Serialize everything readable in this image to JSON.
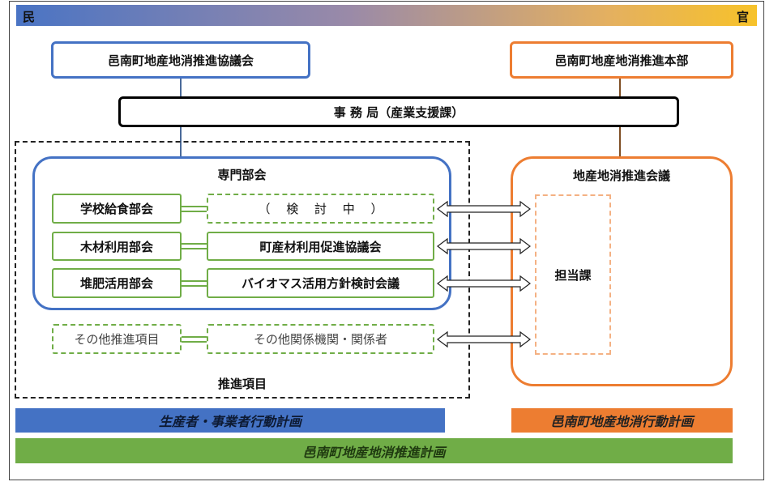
{
  "header": {
    "left_label": "民",
    "right_label": "官"
  },
  "top": {
    "council": "邑南町地産地消推進協議会",
    "headquarters": "邑南町地産地消推進本部",
    "secretariat": "事 務 局（産業支援課）"
  },
  "expert": {
    "title": "専門部会",
    "rows": [
      {
        "name": "学校給食部会",
        "partner": "（　 検　 討　 中　 ）"
      },
      {
        "name": "木材利用部会",
        "partner": "町産材利用促進協議会"
      },
      {
        "name": "堆肥活用部会",
        "partner": "バイオマス活用方針検討会議"
      }
    ],
    "other": {
      "name": "その他推進項目",
      "partner": "その他関係機関・関係者"
    },
    "section_label": "推進項目"
  },
  "gov": {
    "title": "地産地消推進会議",
    "dept": "担当課"
  },
  "bottom": {
    "blue_plan": "生産者・事業者行動計画",
    "orange_plan": "邑南町地産地消行動計画",
    "green_plan": "邑南町地産地消推進計画"
  },
  "colors": {
    "blue": "#4472c4",
    "orange": "#ed7d31",
    "green": "#70ad47",
    "brown": "#7f4f24"
  }
}
